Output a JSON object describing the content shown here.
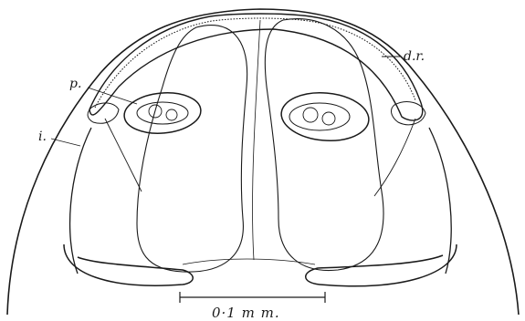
{
  "figure": {
    "labels": {
      "p": "p.",
      "i": "i.",
      "dr": "d.r."
    },
    "scale_bar": {
      "label": "0·1 m m."
    },
    "colors": {
      "ink": "#1a1a1a",
      "background": "#ffffff"
    }
  }
}
